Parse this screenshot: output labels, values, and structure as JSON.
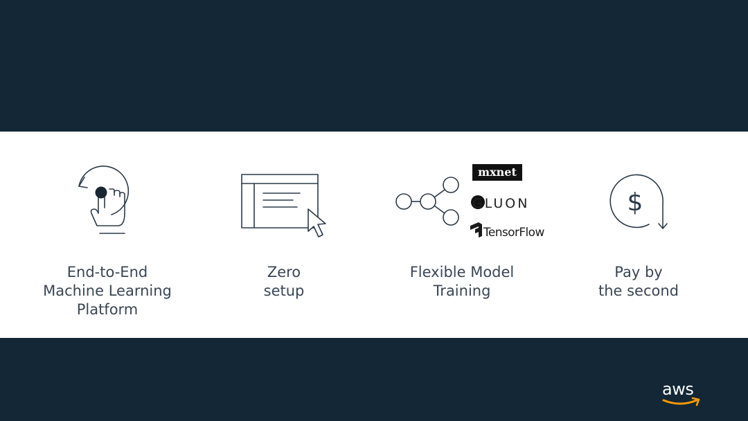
{
  "features": [
    {
      "icon": "touch-cycle-icon",
      "caption_lines": [
        "End-to-End",
        "Machine Learning",
        "Platform"
      ]
    },
    {
      "icon": "window-cursor-icon",
      "caption_lines": [
        "Zero",
        "setup"
      ]
    },
    {
      "icon": "model-graph-icon",
      "frameworks": [
        "mxnet",
        "GLUON",
        "TensorFlow"
      ],
      "caption_lines": [
        "Flexible Model",
        "Training"
      ]
    },
    {
      "icon": "dollar-clock-icon",
      "caption_lines": [
        "Pay by",
        "the second"
      ]
    }
  ],
  "logo": {
    "text": "aws"
  },
  "colors": {
    "background": "#132736",
    "band": "#ffffff",
    "caption_text": "#3a4654",
    "icon_stroke": "#2b3a48",
    "logo_accent": "#ff9900"
  }
}
